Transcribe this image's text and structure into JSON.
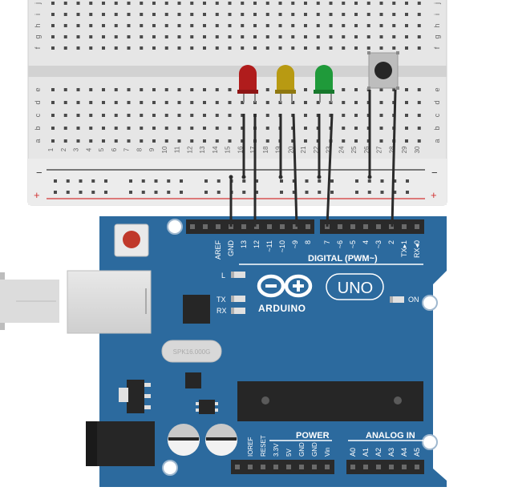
{
  "breadboard": {
    "row_letters_top": [
      "f",
      "g",
      "h",
      "i",
      "j"
    ],
    "row_letters_bottom": [
      "a",
      "b",
      "c",
      "d",
      "e"
    ],
    "column_numbers": [
      "1",
      "2",
      "3",
      "4",
      "5",
      "6",
      "7",
      "8",
      "9",
      "10",
      "11",
      "12",
      "13",
      "14",
      "15",
      "16",
      "17",
      "18",
      "19",
      "20",
      "21",
      "22",
      "23",
      "24",
      "25",
      "26",
      "27",
      "28",
      "29",
      "30"
    ],
    "rail_minus": "−",
    "rail_plus": "+"
  },
  "components": {
    "leds": [
      {
        "name": "red-led",
        "color": "#b01c1c"
      },
      {
        "name": "yellow-led",
        "color": "#b89a12"
      },
      {
        "name": "green-led",
        "color": "#1f9a3a"
      }
    ],
    "pushbutton": {
      "name": "pushbutton"
    }
  },
  "arduino": {
    "pin_labels_left": [
      "AREF",
      "GND",
      "13",
      "12",
      "~11",
      "~10",
      "~9",
      "8"
    ],
    "pin_labels_right": [
      "7",
      "~6",
      "~5",
      "4",
      "~3",
      "2",
      "TX▸1",
      "RX◂0"
    ],
    "digital_label": "DIGITAL (PWM~)",
    "led_l": "L",
    "led_tx": "TX",
    "led_rx": "RX",
    "on_label": "ON",
    "brand": "ARDUINO",
    "model": "UNO",
    "crystal_text": "SPK16.000G",
    "power_label": "POWER",
    "analog_label": "ANALOG IN",
    "power_pins": [
      "IOREF",
      "RESET",
      "3.3V",
      "5V",
      "GND",
      "GND",
      "Vin"
    ],
    "analog_pins": [
      "A0",
      "A1",
      "A2",
      "A3",
      "A4",
      "A5"
    ],
    "board_color": "#2c6a9e",
    "wire_color": "#2b2b2b"
  }
}
